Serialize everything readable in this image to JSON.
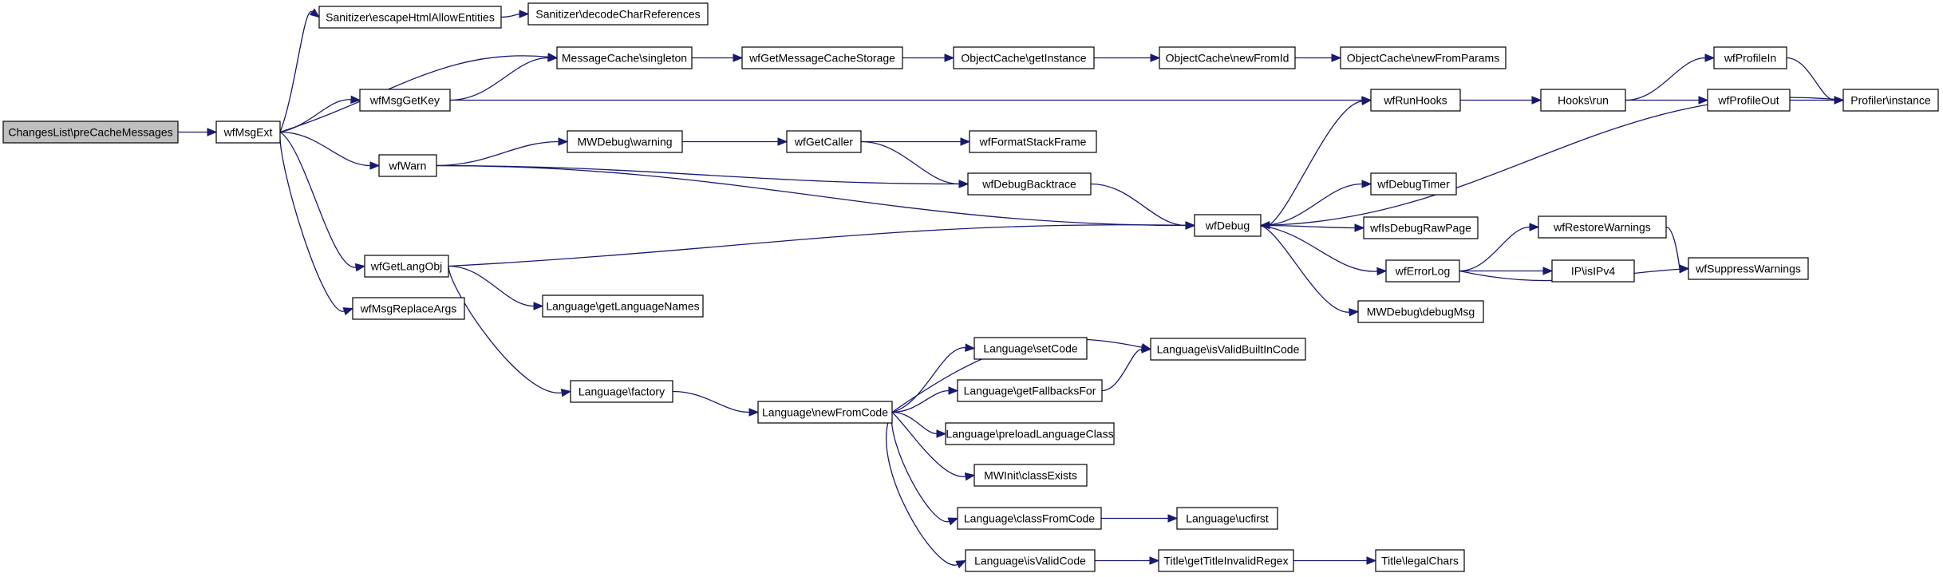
{
  "graph": {
    "nodes": [
      {
        "id": "n_root",
        "label": "ChangesList\\preCacheMessages",
        "root": true
      },
      {
        "id": "n_wfMsgExt",
        "label": "wfMsgExt"
      },
      {
        "id": "n_escape",
        "label": "Sanitizer\\escapeHtmlAllowEntities"
      },
      {
        "id": "n_decode",
        "label": "Sanitizer\\decodeCharReferences"
      },
      {
        "id": "n_mcsingleton",
        "label": "MessageCache\\singleton"
      },
      {
        "id": "n_wfGetMsgCache",
        "label": "wfGetMessageCacheStorage"
      },
      {
        "id": "n_ocGetInstance",
        "label": "ObjectCache\\getInstance"
      },
      {
        "id": "n_ocNewFromId",
        "label": "ObjectCache\\newFromId"
      },
      {
        "id": "n_ocNewFromParams",
        "label": "ObjectCache\\newFromParams"
      },
      {
        "id": "n_wfMsgGetKey",
        "label": "wfMsgGetKey"
      },
      {
        "id": "n_wfRunHooks",
        "label": "wfRunHooks"
      },
      {
        "id": "n_hooksRun",
        "label": "Hooks\\run"
      },
      {
        "id": "n_wfProfileIn",
        "label": "wfProfileIn"
      },
      {
        "id": "n_wfProfileOut",
        "label": "wfProfileOut"
      },
      {
        "id": "n_profiler",
        "label": "Profiler\\instance"
      },
      {
        "id": "n_wfWarn",
        "label": "wfWarn"
      },
      {
        "id": "n_mwdWarning",
        "label": "MWDebug\\warning"
      },
      {
        "id": "n_wfGetCaller",
        "label": "wfGetCaller"
      },
      {
        "id": "n_wfFormatStack",
        "label": "wfFormatStackFrame"
      },
      {
        "id": "n_wfDebugBacktrace",
        "label": "wfDebugBacktrace"
      },
      {
        "id": "n_wfDebug",
        "label": "wfDebug"
      },
      {
        "id": "n_wfDebugTimer",
        "label": "wfDebugTimer"
      },
      {
        "id": "n_wfIsDebugRaw",
        "label": "wfIsDebugRawPage"
      },
      {
        "id": "n_wfErrorLog",
        "label": "wfErrorLog"
      },
      {
        "id": "n_wfRestoreWarn",
        "label": "wfRestoreWarnings"
      },
      {
        "id": "n_ipIsIPv4",
        "label": "IP\\isIPv4"
      },
      {
        "id": "n_wfSuppressWarn",
        "label": "wfSuppressWarnings"
      },
      {
        "id": "n_mwdDebugMsg",
        "label": "MWDebug\\debugMsg"
      },
      {
        "id": "n_wfGetLangObj",
        "label": "wfGetLangObj"
      },
      {
        "id": "n_langGetNames",
        "label": "Language\\getLanguageNames"
      },
      {
        "id": "n_wfMsgReplace",
        "label": "wfMsgReplaceArgs"
      },
      {
        "id": "n_langFactory",
        "label": "Language\\factory"
      },
      {
        "id": "n_langNewFromCode",
        "label": "Language\\newFromCode"
      },
      {
        "id": "n_langSetCode",
        "label": "Language\\setCode"
      },
      {
        "id": "n_langIsValidBuiltIn",
        "label": "Language\\isValidBuiltInCode"
      },
      {
        "id": "n_langGetFallbacks",
        "label": "Language\\getFallbacksFor"
      },
      {
        "id": "n_langPreload",
        "label": "Language\\preloadLanguageClass"
      },
      {
        "id": "n_mwinitClassExists",
        "label": "MWInit\\classExists"
      },
      {
        "id": "n_langClassFromCode",
        "label": "Language\\classFromCode"
      },
      {
        "id": "n_langUcfirst",
        "label": "Language\\ucfirst"
      },
      {
        "id": "n_langIsValidCode",
        "label": "Language\\isValidCode"
      },
      {
        "id": "n_titleInvalidRegex",
        "label": "Title\\getTitleInvalidRegex"
      },
      {
        "id": "n_titleLegalChars",
        "label": "Title\\legalChars"
      }
    ],
    "edges": [
      [
        "n_root",
        "n_wfMsgExt"
      ],
      [
        "n_wfMsgExt",
        "n_escape"
      ],
      [
        "n_wfMsgExt",
        "n_mcsingleton"
      ],
      [
        "n_wfMsgExt",
        "n_wfMsgGetKey"
      ],
      [
        "n_wfMsgExt",
        "n_wfWarn"
      ],
      [
        "n_wfMsgExt",
        "n_wfGetLangObj"
      ],
      [
        "n_wfMsgExt",
        "n_wfMsgReplace"
      ],
      [
        "n_escape",
        "n_decode"
      ],
      [
        "n_mcsingleton",
        "n_wfGetMsgCache"
      ],
      [
        "n_wfGetMsgCache",
        "n_ocGetInstance"
      ],
      [
        "n_ocGetInstance",
        "n_ocNewFromId"
      ],
      [
        "n_ocNewFromId",
        "n_ocNewFromParams"
      ],
      [
        "n_wfMsgGetKey",
        "n_mcsingleton"
      ],
      [
        "n_wfMsgGetKey",
        "n_wfRunHooks"
      ],
      [
        "n_wfRunHooks",
        "n_hooksRun"
      ],
      [
        "n_hooksRun",
        "n_wfProfileIn"
      ],
      [
        "n_hooksRun",
        "n_wfProfileOut"
      ],
      [
        "n_wfProfileIn",
        "n_profiler"
      ],
      [
        "n_wfProfileOut",
        "n_profiler"
      ],
      [
        "n_wfWarn",
        "n_mwdWarning"
      ],
      [
        "n_wfWarn",
        "n_wfDebugBacktrace"
      ],
      [
        "n_wfWarn",
        "n_wfDebug"
      ],
      [
        "n_mwdWarning",
        "n_wfGetCaller"
      ],
      [
        "n_wfGetCaller",
        "n_wfFormatStack"
      ],
      [
        "n_wfGetCaller",
        "n_wfDebugBacktrace"
      ],
      [
        "n_wfDebugBacktrace",
        "n_wfDebug"
      ],
      [
        "n_wfGetLangObj",
        "n_wfDebug"
      ],
      [
        "n_wfGetLangObj",
        "n_langGetNames"
      ],
      [
        "n_wfGetLangObj",
        "n_langFactory"
      ],
      [
        "n_wfDebug",
        "n_wfRunHooks"
      ],
      [
        "n_wfDebug",
        "n_wfDebugTimer"
      ],
      [
        "n_wfDebug",
        "n_wfIsDebugRaw"
      ],
      [
        "n_wfDebug",
        "n_wfErrorLog"
      ],
      [
        "n_wfDebug",
        "n_mwdDebugMsg"
      ],
      [
        "n_profiler",
        "n_wfDebug"
      ],
      [
        "n_wfErrorLog",
        "n_wfRestoreWarn"
      ],
      [
        "n_wfErrorLog",
        "n_ipIsIPv4"
      ],
      [
        "n_wfErrorLog",
        "n_wfSuppressWarn"
      ],
      [
        "n_wfRestoreWarn",
        "n_wfSuppressWarn"
      ],
      [
        "n_langFactory",
        "n_langNewFromCode"
      ],
      [
        "n_langNewFromCode",
        "n_langIsValidBuiltIn"
      ],
      [
        "n_langNewFromCode",
        "n_langSetCode"
      ],
      [
        "n_langNewFromCode",
        "n_langGetFallbacks"
      ],
      [
        "n_langNewFromCode",
        "n_langPreload"
      ],
      [
        "n_langNewFromCode",
        "n_mwinitClassExists"
      ],
      [
        "n_langNewFromCode",
        "n_langClassFromCode"
      ],
      [
        "n_langNewFromCode",
        "n_langIsValidCode"
      ],
      [
        "n_langGetFallbacks",
        "n_langIsValidBuiltIn"
      ],
      [
        "n_langClassFromCode",
        "n_langUcfirst"
      ],
      [
        "n_langIsValidCode",
        "n_titleInvalidRegex"
      ],
      [
        "n_titleInvalidRegex",
        "n_titleLegalChars"
      ]
    ]
  },
  "colors": {
    "edge": "#191970",
    "root_fill": "#bfbfbf",
    "node_fill": "#ffffff",
    "node_border": "#000000"
  }
}
